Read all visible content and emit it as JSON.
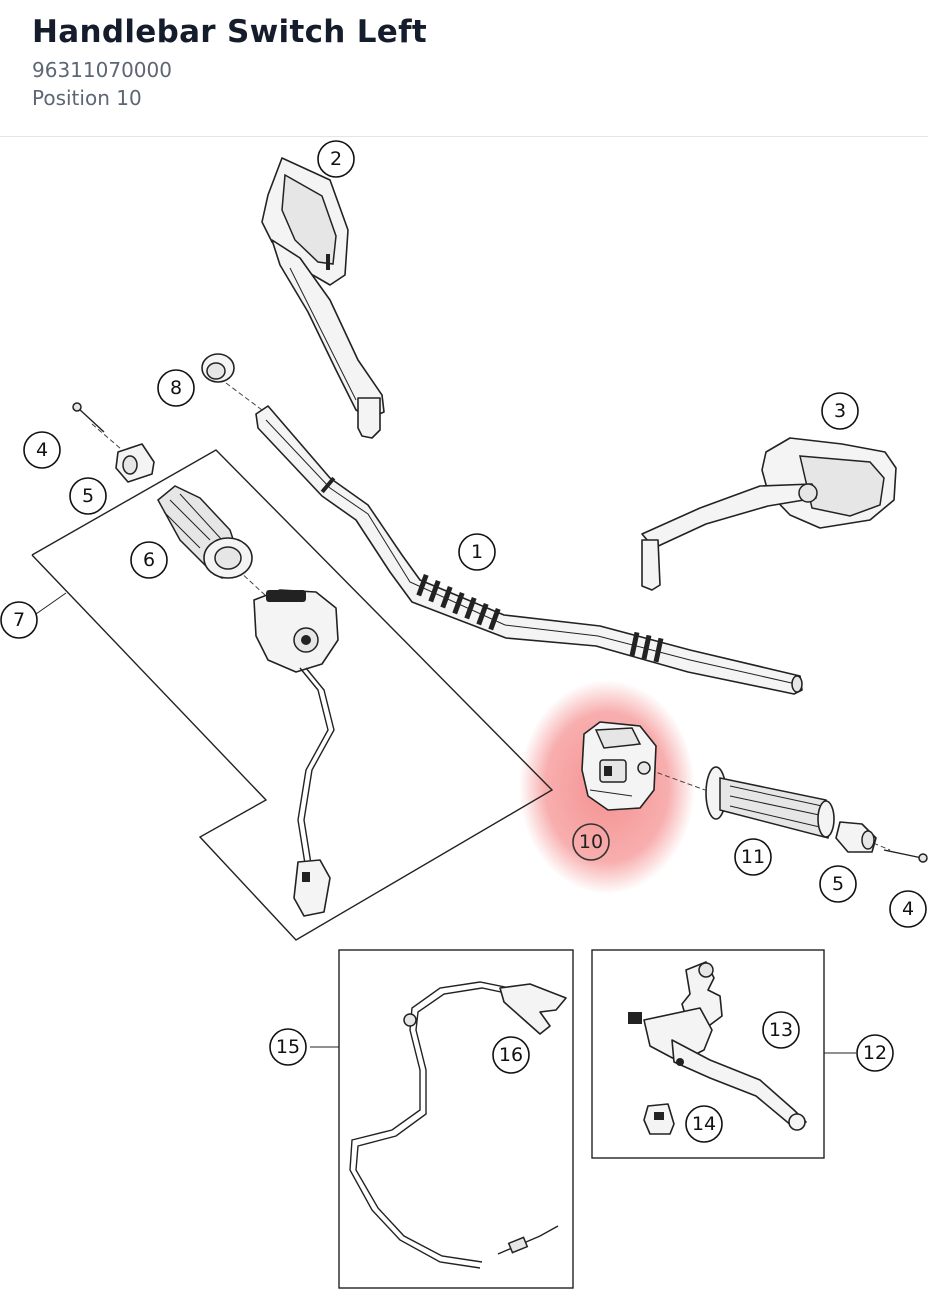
{
  "header": {
    "title": "Handlebar Switch Left",
    "part_number": "96311070000",
    "position": "Position 10"
  },
  "diagram": {
    "highlight_color": "#f26c6c",
    "callouts": {
      "c1": "1",
      "c2": "2",
      "c3": "3",
      "c4a": "4",
      "c4b": "4",
      "c5a": "5",
      "c5b": "5",
      "c6": "6",
      "c7": "7",
      "c8": "8",
      "c10": "10",
      "c11": "11",
      "c12": "12",
      "c13": "13",
      "c14": "14",
      "c15": "15",
      "c16": "16"
    }
  }
}
